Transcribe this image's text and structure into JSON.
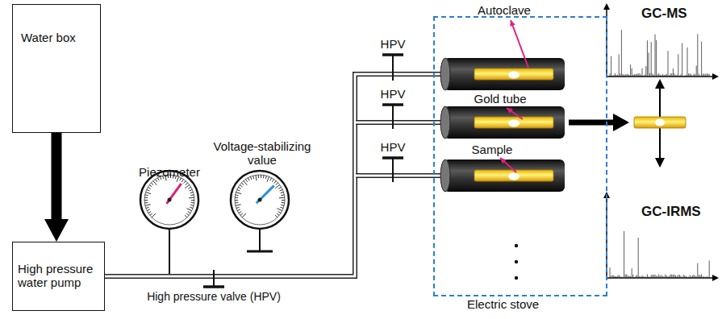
{
  "diagram": {
    "nodes": [
      {
        "text": [
          "Water box"
        ]
      },
      {
        "text": [
          "High pressure water pump"
        ]
      },
      {
        "text": [
          "Electric stove"
        ]
      }
    ],
    "edges": [
      {
        "from": 0,
        "to": 1,
        "arrow": "to"
      },
      {
        "from": 1,
        "to": 2,
        "arrow": "none"
      }
    ],
    "labels": [
      "Piezometer",
      "Voltage-stabilizing value",
      "High pressure valve (HPV)",
      "HPV",
      "HPV",
      "HPV",
      "Autoclave",
      "Gold tube",
      "Sample",
      "GC-MS",
      "GC-IRMS"
    ]
  }
}
